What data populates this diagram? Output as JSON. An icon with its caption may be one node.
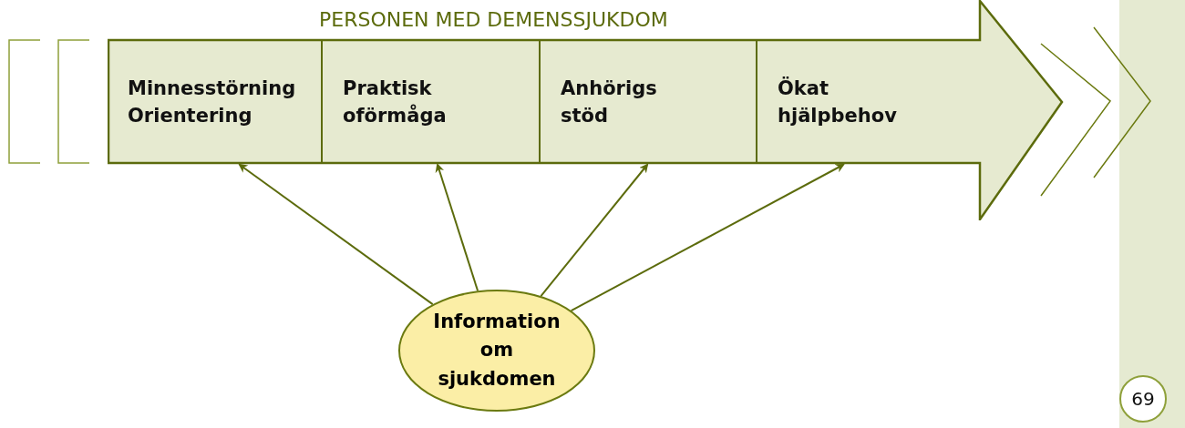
{
  "diagram": {
    "nodes": [
      {
        "text": [
          "PERSONEN MED DEMENSSJUKDOM"
        ]
      },
      {
        "text": [
          "Minnesstörning Orientering"
        ],
        "in": 0
      },
      {
        "text": [
          "Praktisk oförmåga"
        ],
        "in": 0
      },
      {
        "text": [
          "Anhörigs stöd"
        ],
        "in": 0
      },
      {
        "text": [
          "Ökat hjälpbehov"
        ],
        "in": 0
      },
      {
        "text": [
          "Information om sjukdomen"
        ]
      }
    ],
    "edges": [
      {
        "from": 5,
        "to": 1,
        "arrow": "to"
      },
      {
        "from": 5,
        "to": 2,
        "arrow": "to"
      },
      {
        "from": 5,
        "to": 3,
        "arrow": "to"
      },
      {
        "from": 5,
        "to": 4,
        "arrow": "to"
      }
    ],
    "labels": [
      "69"
    ]
  }
}
